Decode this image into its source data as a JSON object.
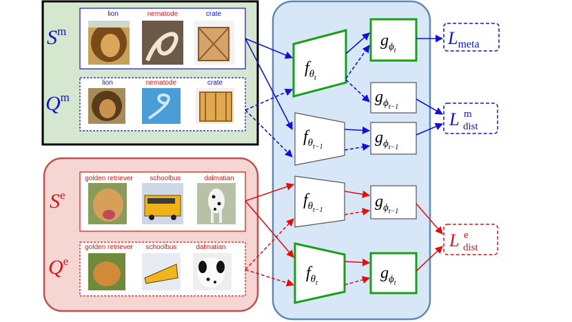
{
  "colors": {
    "meta": "#1010d8",
    "exemplar": "#e01010",
    "meta_panel_bg": "#d6e7cf",
    "exemplar_panel_bg": "#f6d6d2",
    "network_panel_bg": "#d8e7f8",
    "network_panel_border": "#5f87b8",
    "current_model_border": "#16a016"
  },
  "meta_panel": {
    "support": {
      "symbol": "S",
      "sup": "m",
      "items": [
        {
          "label": "lion",
          "image": "lion-photo"
        },
        {
          "label": "nematode",
          "image": "nematode-photo"
        },
        {
          "label": "crate",
          "image": "crate-photo"
        }
      ]
    },
    "query": {
      "symbol": "Q",
      "sup": "m",
      "items": [
        {
          "label": "lion",
          "image": "lion-photo"
        },
        {
          "label": "nematode",
          "image": "nematode-photo"
        },
        {
          "label": "crate",
          "image": "crate-photo"
        }
      ]
    }
  },
  "exemplar_panel": {
    "support": {
      "symbol": "S",
      "sup": "e",
      "items": [
        {
          "label": "golden retriever",
          "image": "golden-retriever-photo"
        },
        {
          "label": "schoolbus",
          "image": "schoolbus-photo"
        },
        {
          "label": "dalmatian",
          "image": "dalmatian-photo"
        }
      ]
    },
    "query": {
      "symbol": "Q",
      "sup": "e",
      "items": [
        {
          "label": "golden retriever",
          "image": "golden-retriever-photo"
        },
        {
          "label": "schoolbus",
          "image": "schoolbus-photo"
        },
        {
          "label": "dalmatian",
          "image": "dalmatian-photo"
        }
      ]
    }
  },
  "network": {
    "f_current": {
      "base": "f",
      "sub": "θ",
      "subsub": "t"
    },
    "f_previous": {
      "base": "f",
      "sub": "θ",
      "subsub": "t−1"
    },
    "g_current": {
      "base": "g",
      "sub": "ϕ",
      "subsub": "t"
    },
    "g_previous": {
      "base": "g",
      "sub": "ϕ",
      "subsub": "t−1"
    }
  },
  "losses": {
    "meta": {
      "base": "L",
      "sub": "meta",
      "sup": ""
    },
    "dist_meta": {
      "base": "L",
      "sub": "dist",
      "sup": "m"
    },
    "dist_exemplar": {
      "base": "L",
      "sub": "dist",
      "sup": "e"
    }
  }
}
